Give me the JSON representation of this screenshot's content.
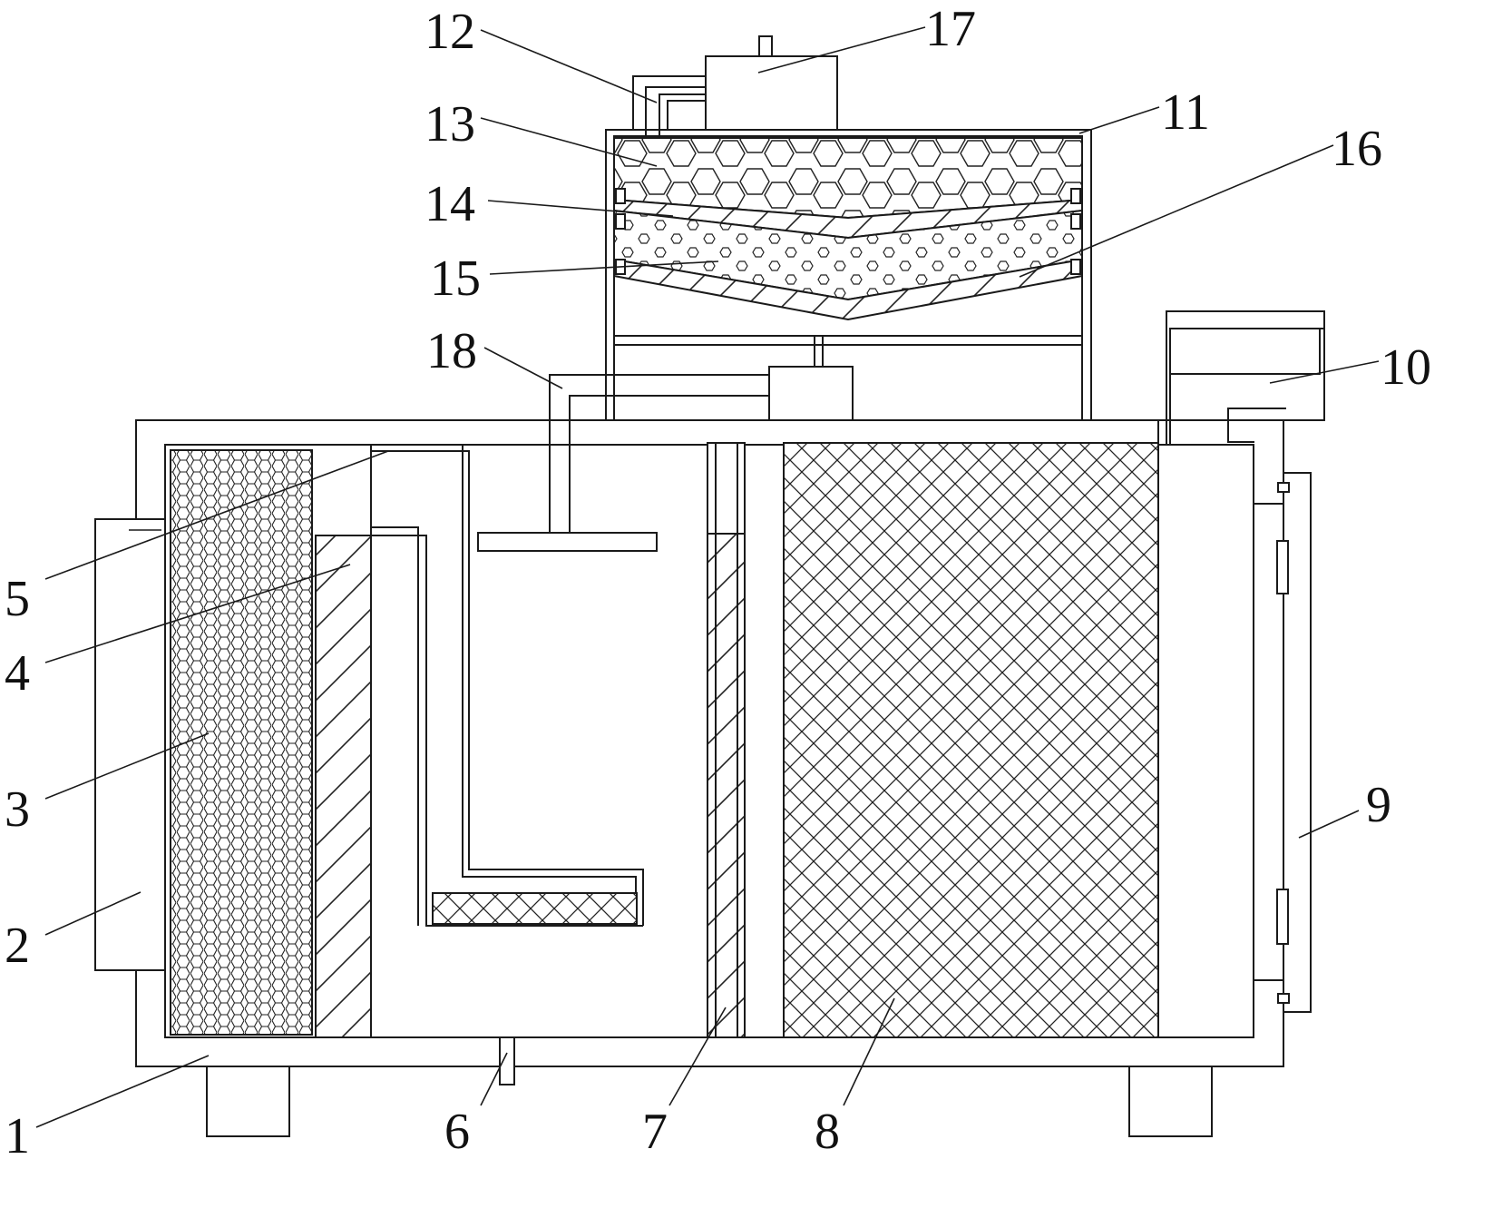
{
  "diagram": {
    "labels": {
      "n1": "1",
      "n2": "2",
      "n3": "3",
      "n4": "4",
      "n5": "5",
      "n6": "6",
      "n7": "7",
      "n8": "8",
      "n9": "9",
      "n10": "10",
      "n11": "11",
      "n12": "12",
      "n13": "13",
      "n14": "14",
      "n15": "15",
      "n16": "16",
      "n17": "17",
      "n18": "18"
    },
    "colors": {
      "line": "#1a1a1a",
      "background": "#ffffff"
    }
  }
}
